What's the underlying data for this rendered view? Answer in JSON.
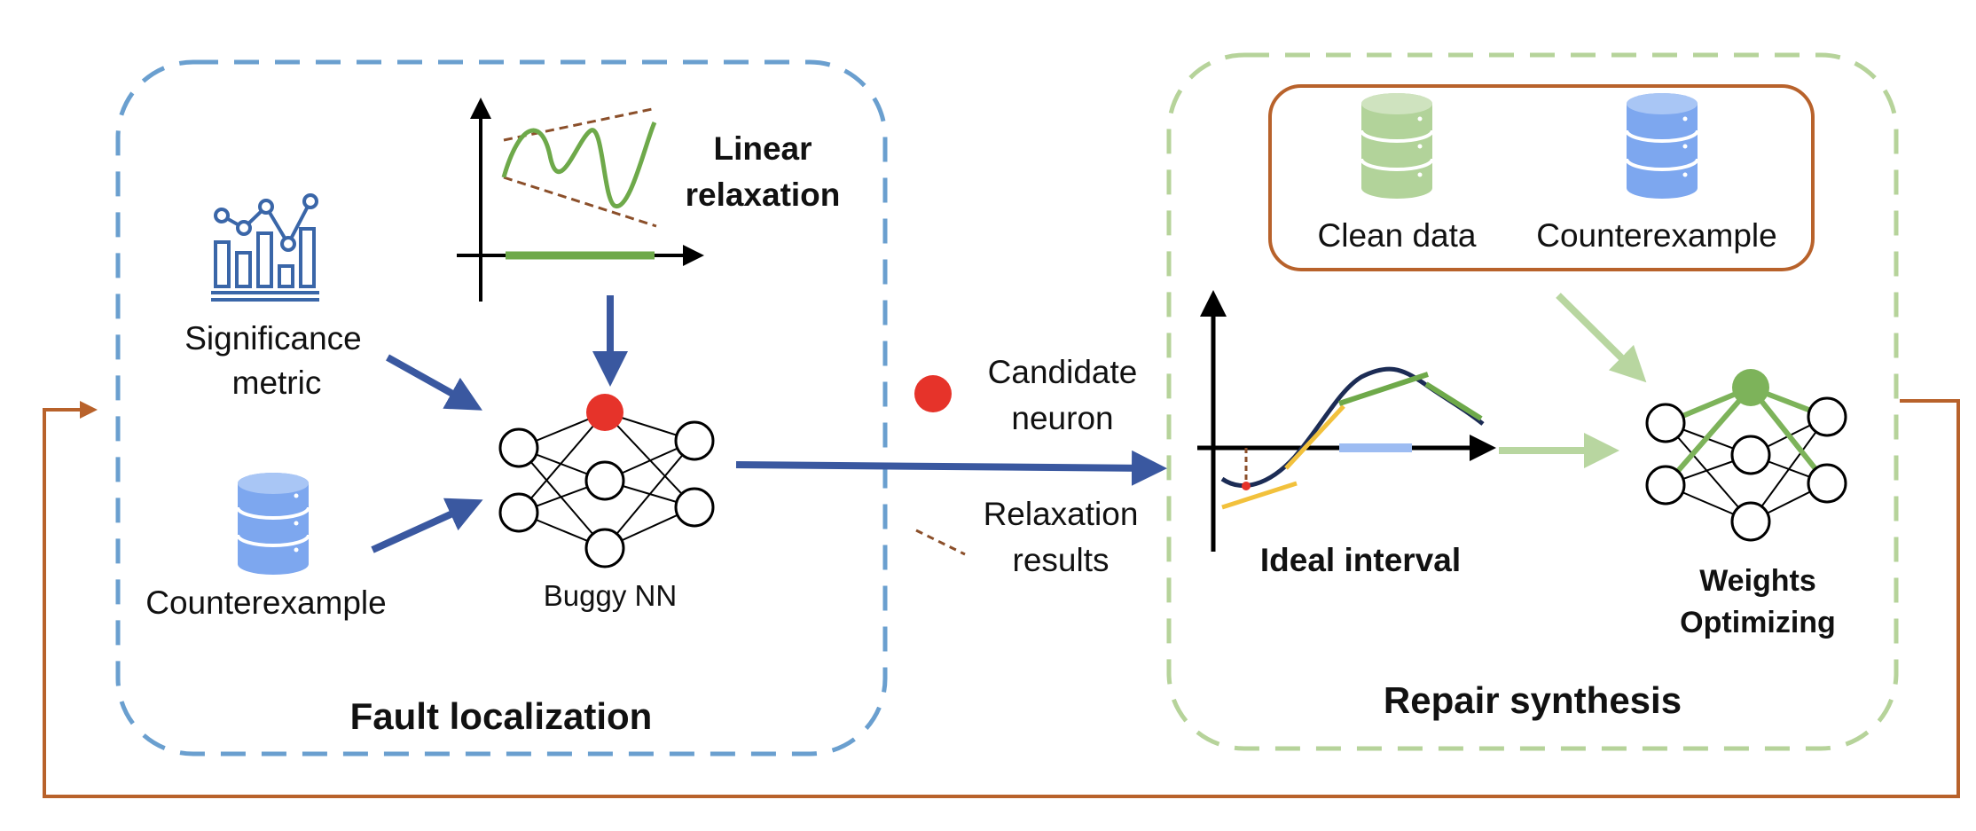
{
  "colors": {
    "fault_box": "#6a9fcf",
    "repair_box": "#b6d39a",
    "feedback": "#b8622b",
    "arrow_blue": "#3a58a0",
    "arrow_green": "#b8d6a0",
    "red_neuron": "#e6332a",
    "green_neuron": "#7db35a",
    "db_blue": "#7da7ef",
    "db_green": "#b2d39a",
    "curve_green": "#6ea94a",
    "curve_navy": "#1c2c55",
    "interval_blue": "#9dbcf2",
    "bound_yellow": "#f2c13c",
    "dash_brown": "#8b4f2a"
  },
  "fault_localization": {
    "title": "Fault localization",
    "significance_label_line1": "Significance",
    "significance_label_line2": "metric",
    "counterexample_label": "Counterexample",
    "linear_relaxation_line1": "Linear",
    "linear_relaxation_line2": "relaxation",
    "buggy_nn_label": "Buggy NN",
    "icons": [
      "bar-chart-icon",
      "database-icon"
    ]
  },
  "legend": {
    "candidate_line1": "Candidate",
    "candidate_line2": "neuron",
    "relaxation_line1": "Relaxation",
    "relaxation_line2": "results"
  },
  "repair_synthesis": {
    "title": "Repair synthesis",
    "clean_data_label": "Clean data",
    "counterexample_label": "Counterexample",
    "ideal_interval_label": "Ideal interval",
    "weights_line1": "Weights",
    "weights_line2": "Optimizing",
    "icons": [
      "database-icon",
      "database-icon"
    ]
  }
}
